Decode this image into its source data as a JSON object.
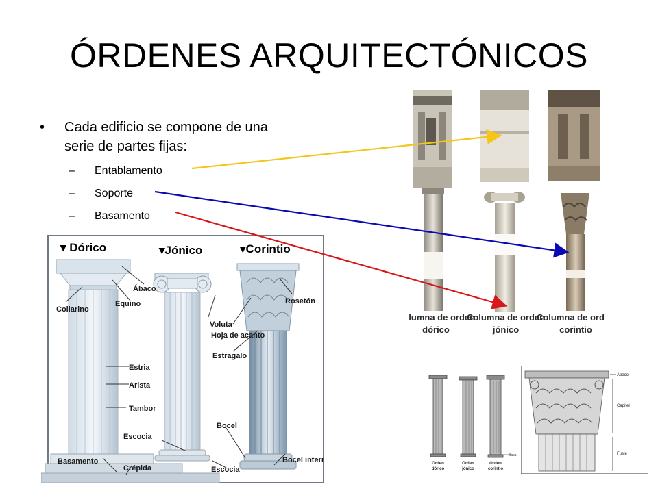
{
  "slide": {
    "title": "ÓRDENES ARQUITECTÓNICOS",
    "bullet": "Cada edificio se compone de una serie de partes fijas:",
    "subitems": [
      "Entablamento",
      "Soporte",
      "Basamento"
    ]
  },
  "diagram_left": {
    "headers": [
      "Dórico",
      "Jónico",
      "Corintio"
    ],
    "labels": {
      "abaco": "Ábaco",
      "equino": "Equino",
      "collarino": "Collarino",
      "voluta": "Voluta",
      "roseton": "Rosetón",
      "hoja": "Hoja de acanto",
      "estragalo": "Estragalo",
      "estria": "Estria",
      "arista": "Arista",
      "tambor": "Tambor",
      "bocel": "Bocel",
      "escocia_left": "Escocia",
      "escocia_bottom": "Escocia",
      "basamento": "Basamento",
      "crepida": "Crépida",
      "bocel_int": "Bocel intermedio"
    }
  },
  "diagram_right_top": {
    "captions": [
      {
        "l1": "Columna de orden",
        "l2": "dórico"
      },
      {
        "l1": "Columna de orden",
        "l2": "jónico"
      },
      {
        "l1": "Columna de orden",
        "l2": "corintio"
      }
    ]
  },
  "diagram_small": {
    "captions": [
      {
        "l1": "Orden",
        "l2": "dórico"
      },
      {
        "l1": "Orden",
        "l2": "jónico"
      },
      {
        "l1": "Orden",
        "l2": "corintio"
      }
    ],
    "base_label": "Basa"
  },
  "diagram_capital": {
    "labels": [
      "Ábaco",
      "Capitel",
      "Fuste"
    ]
  },
  "colors": {
    "entablamento": "#f5c518",
    "soporte": "#0a0ab4",
    "basamento": "#d81818"
  }
}
